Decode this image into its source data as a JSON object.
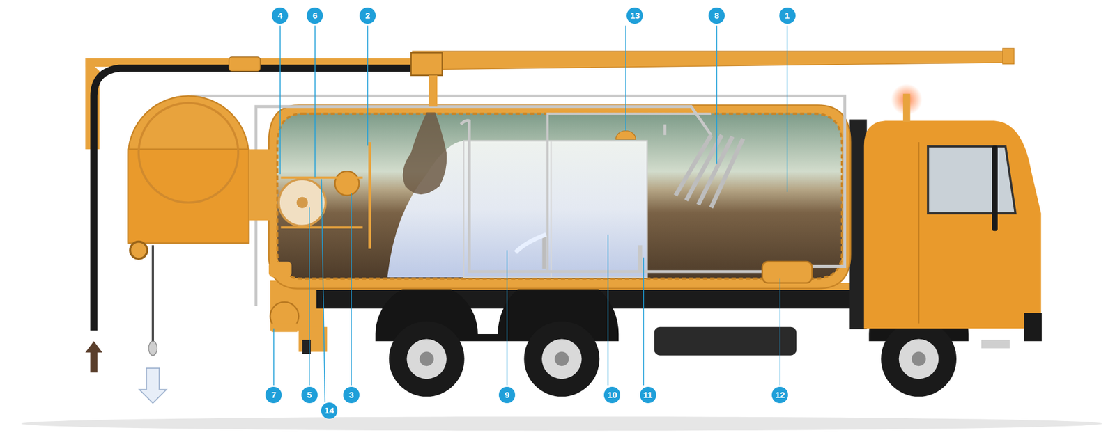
{
  "diagram": {
    "labels": [
      "4",
      "6",
      "2",
      "13",
      "8",
      "1",
      "7",
      "5",
      "14",
      "3",
      "9",
      "10",
      "11",
      "12"
    ]
  }
}
